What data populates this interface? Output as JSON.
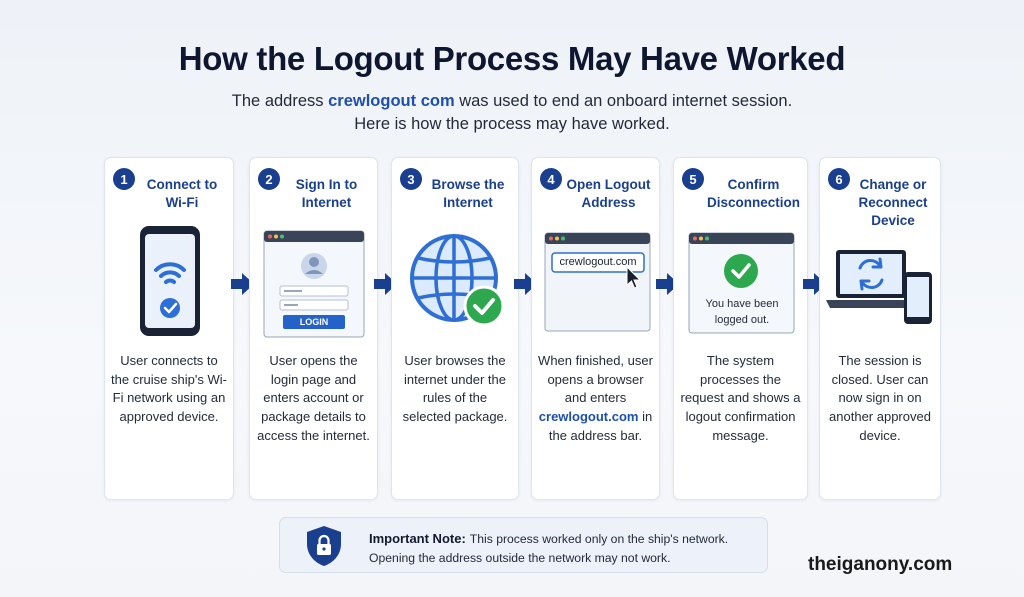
{
  "title": "How the Logout Process May Have Worked",
  "subtitle": {
    "line1_before": "The address ",
    "line1_highlight": "crewlogout com",
    "line1_after": " was used to end an onboard internet session.",
    "line2": "Here is how the process may have worked."
  },
  "steps": [
    {
      "number": "1",
      "title": "Connect to Wi-Fi",
      "description": "User connects to the cruise ship's Wi-Fi network using an approved device."
    },
    {
      "number": "2",
      "title": "Sign In to Internet",
      "description": "User opens the login page and enters account or package details to access the internet.",
      "login_button": "LOGIN"
    },
    {
      "number": "3",
      "title": "Browse the Internet",
      "description": "User browses the internet under the rules of the selected package."
    },
    {
      "number": "4",
      "title": "Open Logout Address",
      "url_bar": "crewlogout.com",
      "description_before": "When finished, user opens a browser and enters ",
      "description_highlight": "crewlogout.com",
      "description_after": " in the address bar."
    },
    {
      "number": "5",
      "title": "Confirm Disconnection",
      "message": "You have been logged out.",
      "description": "The system processes the request and shows a logout confirmation message."
    },
    {
      "number": "6",
      "title": "Change or Reconnect Device",
      "description": "The session is closed. User can now sign in on another approved device."
    }
  ],
  "note": {
    "label": "Important Note:",
    "line1": "This process worked only on the ship's network.",
    "line2": "Opening the address outside the network may not work."
  },
  "brand": "theiganony.com",
  "colors": {
    "accent": "#1a3f8f",
    "highlight": "#1d4fb0",
    "success": "#2ea84f",
    "arrow": "#1a3f8f"
  },
  "icons": [
    "phone-wifi-icon",
    "login-window-icon",
    "globe-icon",
    "browser-url-icon",
    "logged-out-icon",
    "laptop-phone-sync-icon",
    "shield-lock-icon"
  ]
}
